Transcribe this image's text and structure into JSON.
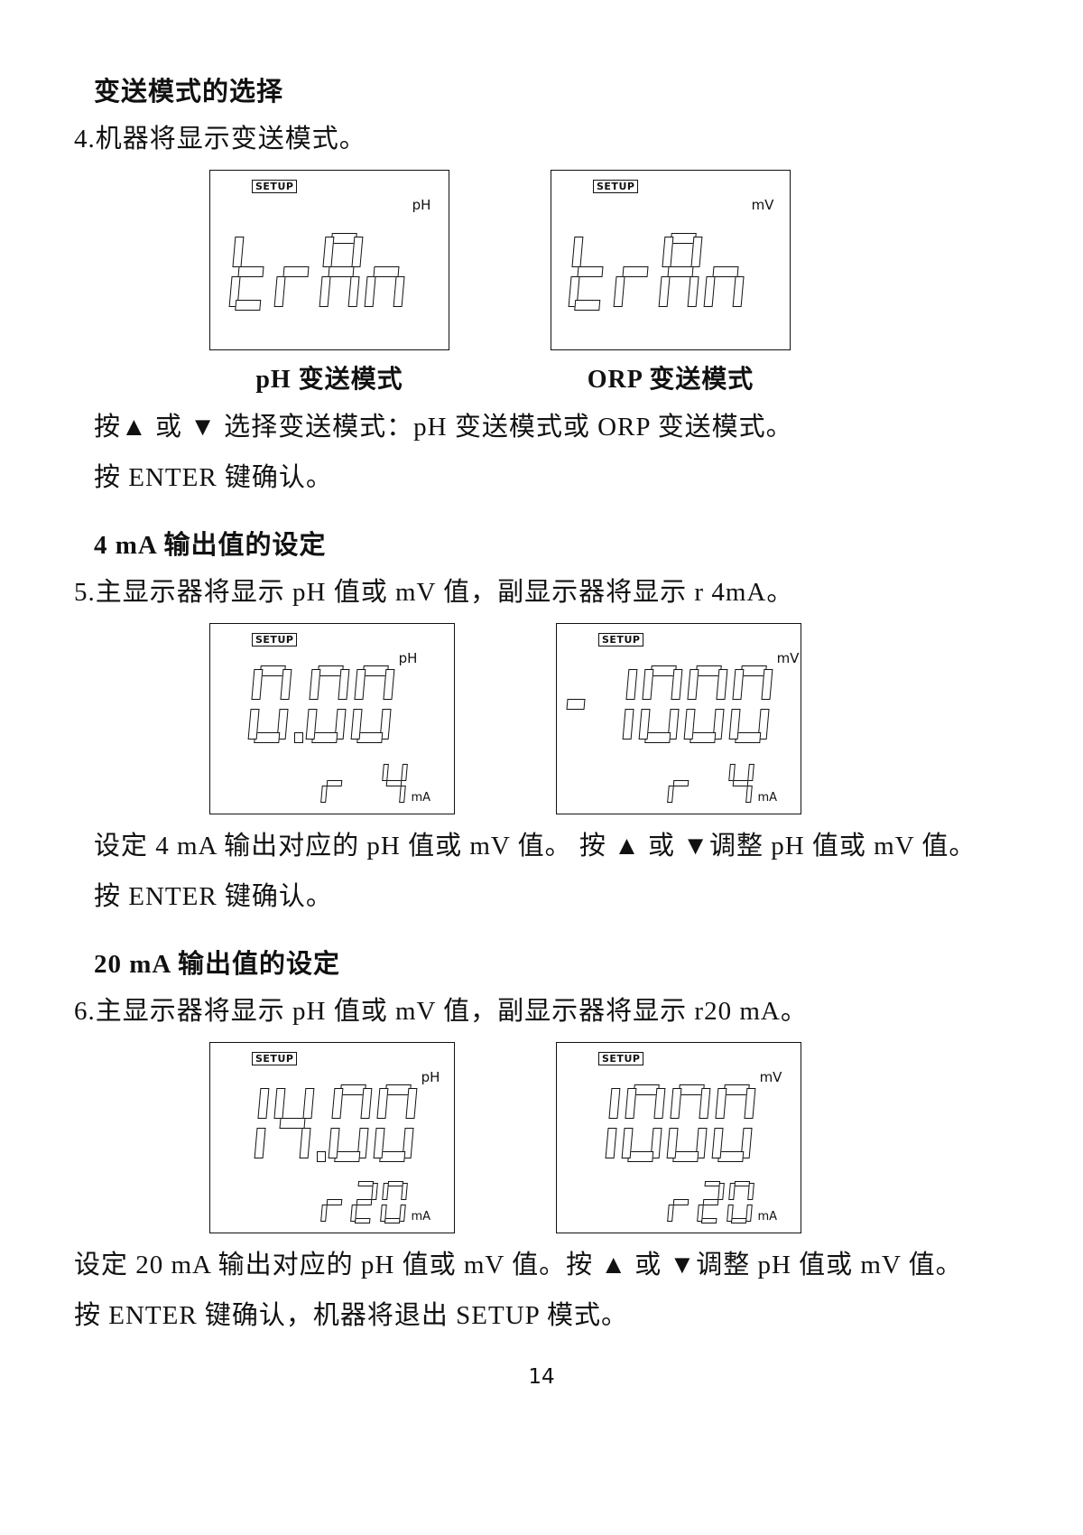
{
  "page": {
    "number": "14"
  },
  "sections": [
    {
      "heading": "变送模式的选择",
      "step": "4.机器将显示变送模式。",
      "displays": [
        {
          "badge": "SETUP",
          "main": "trAn",
          "main_unit": "pH",
          "caption": "pH 变送模式"
        },
        {
          "badge": "SETUP",
          "main": "trAn",
          "main_unit": "mV",
          "caption": "ORP 变送模式"
        }
      ],
      "body": [
        "按▲ 或 ▼ 选择变送模式：pH 变送模式或 ORP 变送模式。",
        "按 ENTER 键确认。"
      ]
    },
    {
      "heading": "4 mA 输出值的设定",
      "step": "5.主显示器将显示 pH 值或 mV 值，副显示器将显示 r 4mA。",
      "displays": [
        {
          "badge": "SETUP",
          "main": "0.00",
          "main_unit": "pH",
          "sub": "r 4",
          "sub_unit": "mA"
        },
        {
          "badge": "SETUP",
          "main": "-1000",
          "main_unit": "mV",
          "sub": "r 4",
          "sub_unit": "mA"
        }
      ],
      "body": [
        "设定 4 mA 输出对应的 pH 值或 mV 值。 按 ▲ 或 ▼调整 pH 值或 mV 值。",
        "按 ENTER 键确认。"
      ]
    },
    {
      "heading": "20 mA 输出值的设定",
      "step": "6.主显示器将显示 pH 值或 mV 值，副显示器将显示 r20 mA。",
      "displays": [
        {
          "badge": "SETUP",
          "main": "14.00",
          "main_unit": "pH",
          "sub": "r20",
          "sub_unit": "mA"
        },
        {
          "badge": "SETUP",
          "main": "1000",
          "main_unit": "mV",
          "sub": "r20",
          "sub_unit": "mA"
        }
      ],
      "body": [
        "设定 20 mA 输出对应的 pH 值或 mV 值。按 ▲ 或 ▼调整 pH 值或 mV 值。",
        "按 ENTER 键确认，机器将退出 SETUP 模式。"
      ]
    }
  ]
}
